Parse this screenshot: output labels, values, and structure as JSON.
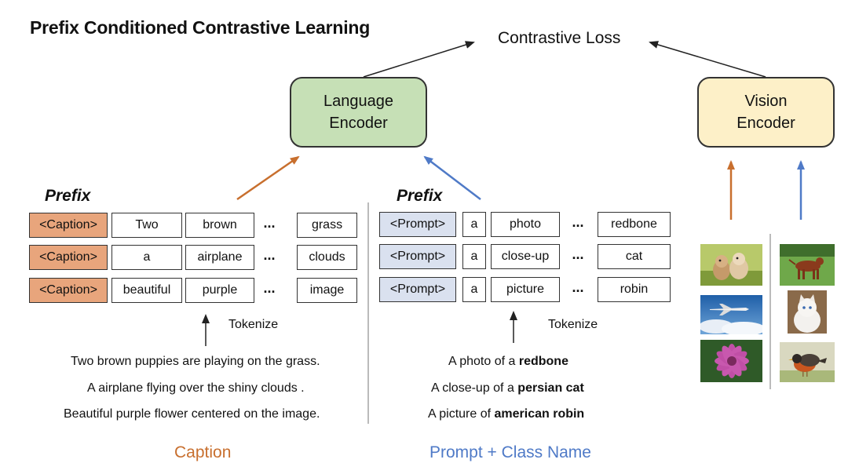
{
  "title": "Prefix Conditioned Contrastive Learning",
  "loss_label": "Contrastive Loss",
  "language_encoder": "Language\nEncoder",
  "vision_encoder": "Vision\nEncoder",
  "caption_side": {
    "prefix_label": "Prefix",
    "rows": [
      {
        "tag": "<Caption>",
        "tokens": [
          "Two",
          "brown"
        ],
        "last": "grass"
      },
      {
        "tag": "<Caption>",
        "tokens": [
          "a",
          "airplane"
        ],
        "last": "clouds"
      },
      {
        "tag": "<Caption>",
        "tokens": [
          "beautiful",
          "purple"
        ],
        "last": "image"
      }
    ],
    "ellipsis": "...",
    "tokenize_label": "Tokenize",
    "sentences": [
      "Two brown puppies are playing on the grass.",
      "A airplane flying over the shiny clouds .",
      "Beautiful purple flower centered on the image."
    ],
    "footer": "Caption"
  },
  "prompt_side": {
    "prefix_label": "Prefix",
    "rows": [
      {
        "tag": "<Prompt>",
        "tokens": [
          "a",
          "photo"
        ],
        "last": "redbone"
      },
      {
        "tag": "<Prompt>",
        "tokens": [
          "a",
          "close-up"
        ],
        "last": "cat"
      },
      {
        "tag": "<Prompt>",
        "tokens": [
          "a",
          "picture"
        ],
        "last": "robin"
      }
    ],
    "ellipsis": "...",
    "tokenize_label": "Tokenize",
    "sentences": [
      {
        "plain": "A photo of a ",
        "bold": "redbone"
      },
      {
        "plain": "A close-up of a ",
        "bold": "persian cat"
      },
      {
        "plain": "A picture of ",
        "bold": "american robin"
      }
    ],
    "footer": "Prompt + Class Name"
  },
  "colors": {
    "caption_tag": "#e8a57c",
    "prompt_tag": "#dae1ef",
    "language_encoder": "#c6e0b6",
    "vision_encoder": "#fdf0c8",
    "caption_accent": "#c86f2e",
    "prompt_accent": "#4f7ac7"
  },
  "images": {
    "caption_column": [
      "puppies-photo",
      "airplane-photo",
      "purple-flower-photo"
    ],
    "prompt_column": [
      "redbone-dog-photo",
      "persian-cat-photo",
      "robin-photo"
    ]
  }
}
